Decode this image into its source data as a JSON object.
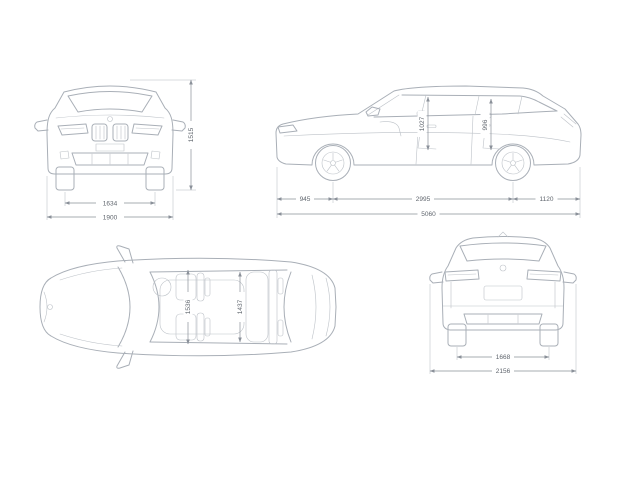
{
  "colors": {
    "background": "#ffffff",
    "car_line": "#a9afb7",
    "dimension_line": "#8a9099",
    "dimension_text": "#5f656d"
  },
  "views": {
    "front": {
      "dims": {
        "track_width": "1634",
        "body_width": "1900",
        "height": "1515"
      }
    },
    "side": {
      "dims": {
        "front_overhang": "945",
        "wheelbase": "2995",
        "rear_overhang": "1120",
        "overall_length": "5060",
        "front_headroom": "1027",
        "rear_headroom": "996"
      }
    },
    "top": {
      "dims": {
        "front_interior_width": "1536",
        "rear_interior_width": "1437"
      }
    },
    "rear": {
      "dims": {
        "track_width": "1668",
        "width_incl_mirrors": "2156"
      }
    }
  }
}
